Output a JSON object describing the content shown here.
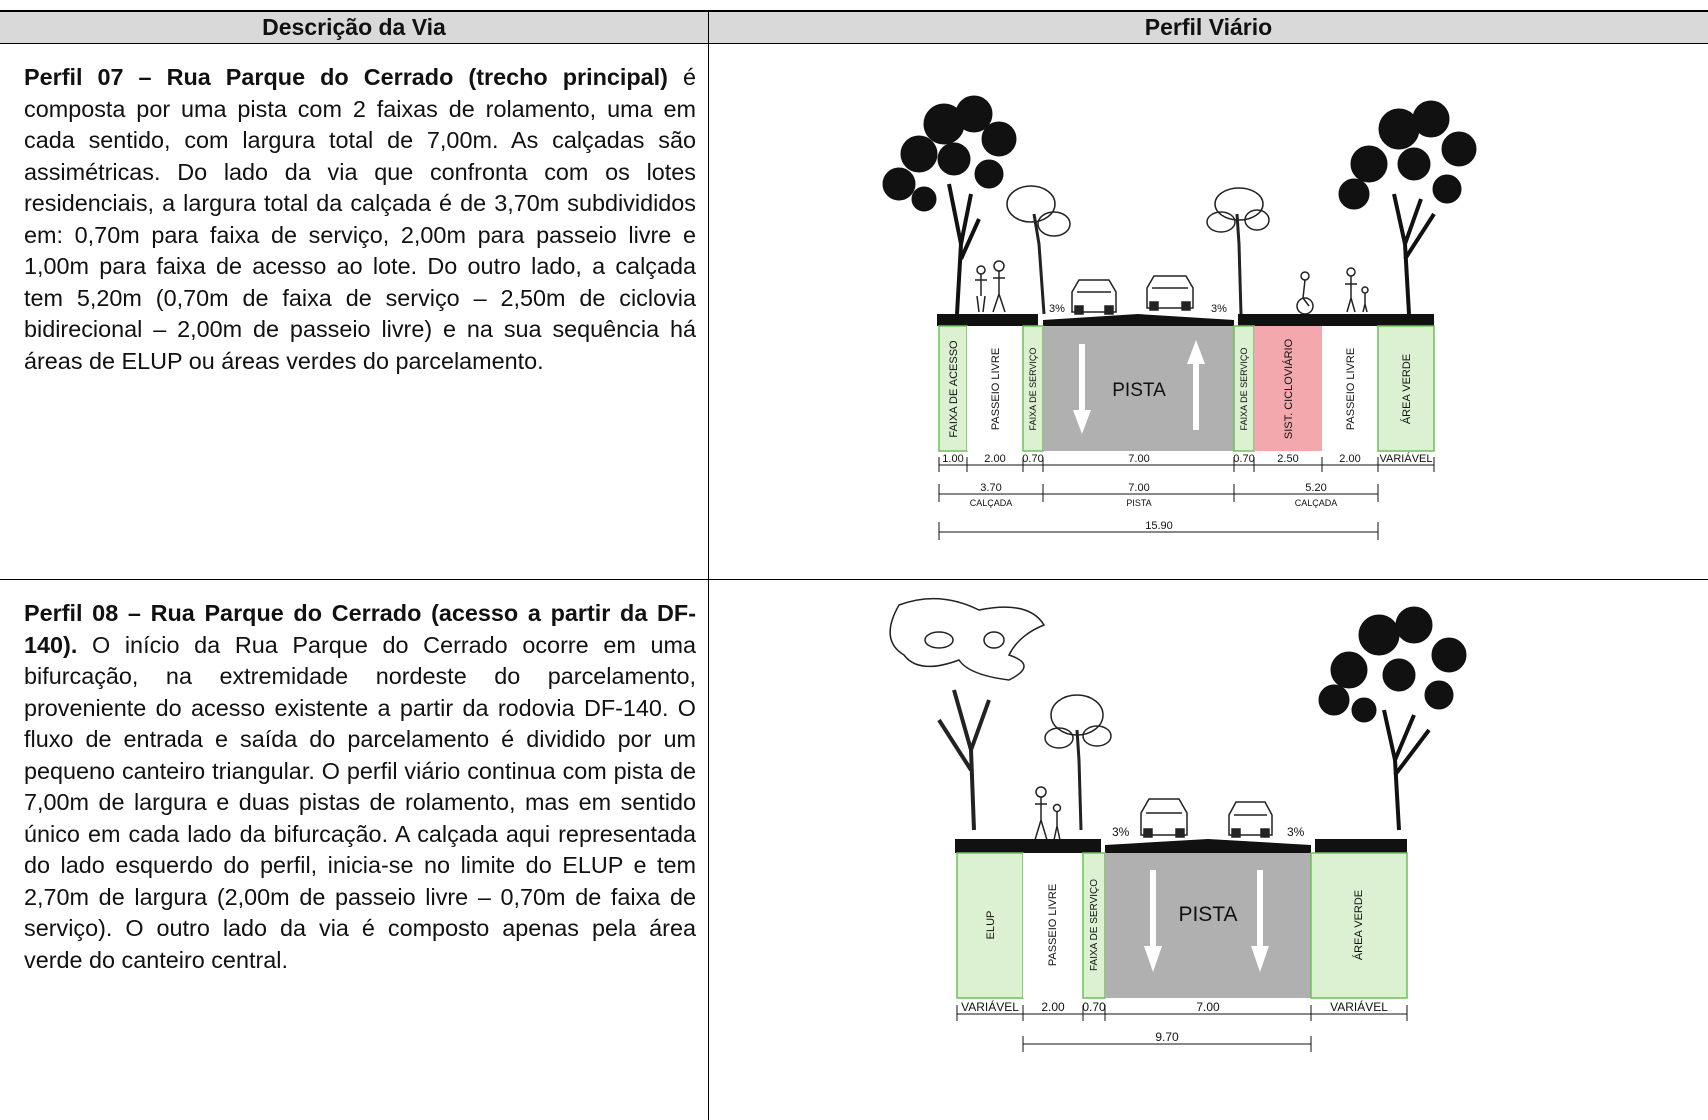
{
  "headers": {
    "left": "Descrição da Via",
    "right": "Perfil Viário"
  },
  "profile07": {
    "title": "Perfil 07 – Rua Parque do Cerrado (trecho principal)",
    "body": " é composta por uma pista com 2 faixas de rolamento, uma em cada sentido, com largura total de 7,00m. As calçadas são assimétricas. Do lado da via que confronta com os lotes residenciais, a largura total da calçada é de 3,70m subdivididos em: 0,70m para faixa de serviço, 2,00m para passeio livre e 1,00m para faixa de acesso ao lote. Do outro lado, a calçada tem 5,20m (0,70m de faixa de serviço – 2,50m de ciclovia bidirecional – 2,00m de passeio livre) e na sua sequência há áreas de ELUP ou áreas verdes do parcelamento.",
    "diagram": {
      "slope_left": "3%",
      "slope_right": "3%",
      "strips": [
        "FAIXA DE ACESSO",
        "PASSEIO LIVRE",
        "FAIXA DE SERVIÇO",
        "PISTA",
        "FAIXA DE SERVIÇO",
        "SIST. CICLOVIÁRIO",
        "PASSEIO LIVRE",
        "ÁREA VERDE"
      ],
      "dims": [
        "1.00",
        "2.00",
        "0.70",
        "7.00",
        "0.70",
        "2.50",
        "2.00",
        "VARIÁVEL"
      ],
      "totals": [
        {
          "value": "3.70",
          "label": "CALÇADA"
        },
        {
          "value": "7.00",
          "label": "PISTA"
        },
        {
          "value": "5.20",
          "label": "CALÇADA"
        }
      ],
      "overall": "15.90",
      "colors": {
        "green": "#dcf0d2",
        "green_border": "#6fbf5a",
        "road": "#b0b0b0",
        "cycle": "#f3a8ad"
      }
    }
  },
  "profile08": {
    "title": "Perfil 08 – Rua Parque do Cerrado (acesso a partir da DF-140).",
    "body": " O início da Rua Parque do Cerrado ocorre em uma bifurcação, na extremidade nordeste do parcelamento, proveniente do acesso existente a partir da rodovia DF-140. O fluxo de entrada e saída do parcelamento é dividido por um pequeno canteiro triangular. O perfil viário continua com pista de 7,00m de largura e duas pistas de rolamento, mas em sentido único em cada lado da bifurcação. A calçada aqui representada do lado esquerdo do perfil, inicia-se no limite do ELUP e tem 2,70m de largura (2,00m de passeio livre – 0,70m de faixa de serviço). O outro lado da via é composto apenas pela área verde do canteiro central.",
    "diagram": {
      "slope_left": "3%",
      "slope_right": "3%",
      "strips": [
        "ELUP",
        "PASSEIO LIVRE",
        "FAIXA DE SERVIÇO",
        "PISTA",
        "ÁREA VERDE"
      ],
      "dims": [
        "VARIÁVEL",
        "2.00",
        "0.70",
        "7.00",
        "VARIÁVEL"
      ],
      "overall": "9.70"
    }
  }
}
